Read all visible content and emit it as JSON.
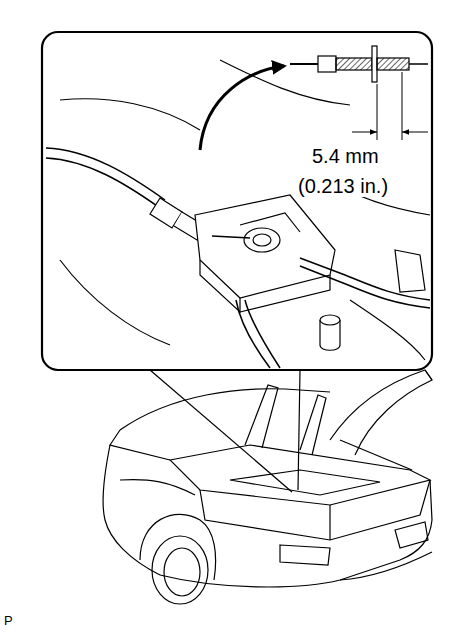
{
  "diagram": {
    "labels": [
      "5.4 mm",
      "(0.213 in.)",
      "P"
    ]
  }
}
